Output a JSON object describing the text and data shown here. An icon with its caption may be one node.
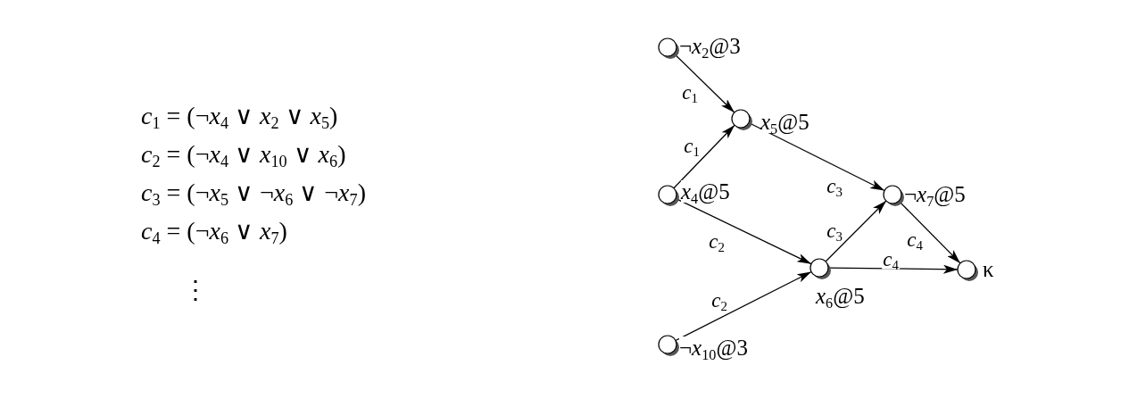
{
  "diagram": {
    "nodes": [
      {
        "text": [
          "¬*x*$_{2}$@3"
        ]
      },
      {
        "text": [
          "*x*$_{5}$@5"
        ]
      },
      {
        "text": [
          "*x*$_{4}$@5"
        ]
      },
      {
        "text": [
          "¬*x*$_{7}$@5"
        ]
      },
      {
        "text": [
          "*x*$_{6}$@5"
        ]
      },
      {
        "text": [
          "κ"
        ]
      },
      {
        "text": [
          "¬*x*$_{10}$@3"
        ]
      }
    ],
    "edges": [
      {
        "from": 0,
        "to": 1,
        "arrow": "to",
        "label": "*c*$_{1}$"
      },
      {
        "from": 2,
        "to": 1,
        "arrow": "to",
        "label": "*c*$_{1}$"
      },
      {
        "from": 1,
        "to": 3,
        "arrow": "to",
        "label": "*c*$_{3}$"
      },
      {
        "from": 2,
        "to": 4,
        "arrow": "to",
        "label": "*c*$_{2}$"
      },
      {
        "from": 6,
        "to": 4,
        "arrow": "to",
        "label": "*c*$_{2}$"
      },
      {
        "from": 4,
        "to": 3,
        "arrow": "to",
        "label": "*c*$_{3}$"
      },
      {
        "from": 4,
        "to": 5,
        "arrow": "to",
        "label": "*c*$_{4}$"
      },
      {
        "from": 3,
        "to": 5,
        "arrow": "to",
        "label": "*c*$_{4}$"
      }
    ],
    "labels": [
      "*c*$_{1}$ = (¬*x*$_{4}$ ∨ *x*$_{2}$ ∨ *x*$_{5}$)",
      "*c*$_{2}$ = (¬*x*$_{4}$ ∨ *x*$_{10}$ ∨ *x*$_{6}$)",
      "*c*$_{3}$ = (¬*x*$_{5}$ ∨ ¬*x*$_{6}$ ∨ ¬*x*$_{7}$)",
      "*c*$_{4}$ = (¬*x*$_{6}$ ∨ *x*$_{7}$)",
      "⋮"
    ]
  }
}
